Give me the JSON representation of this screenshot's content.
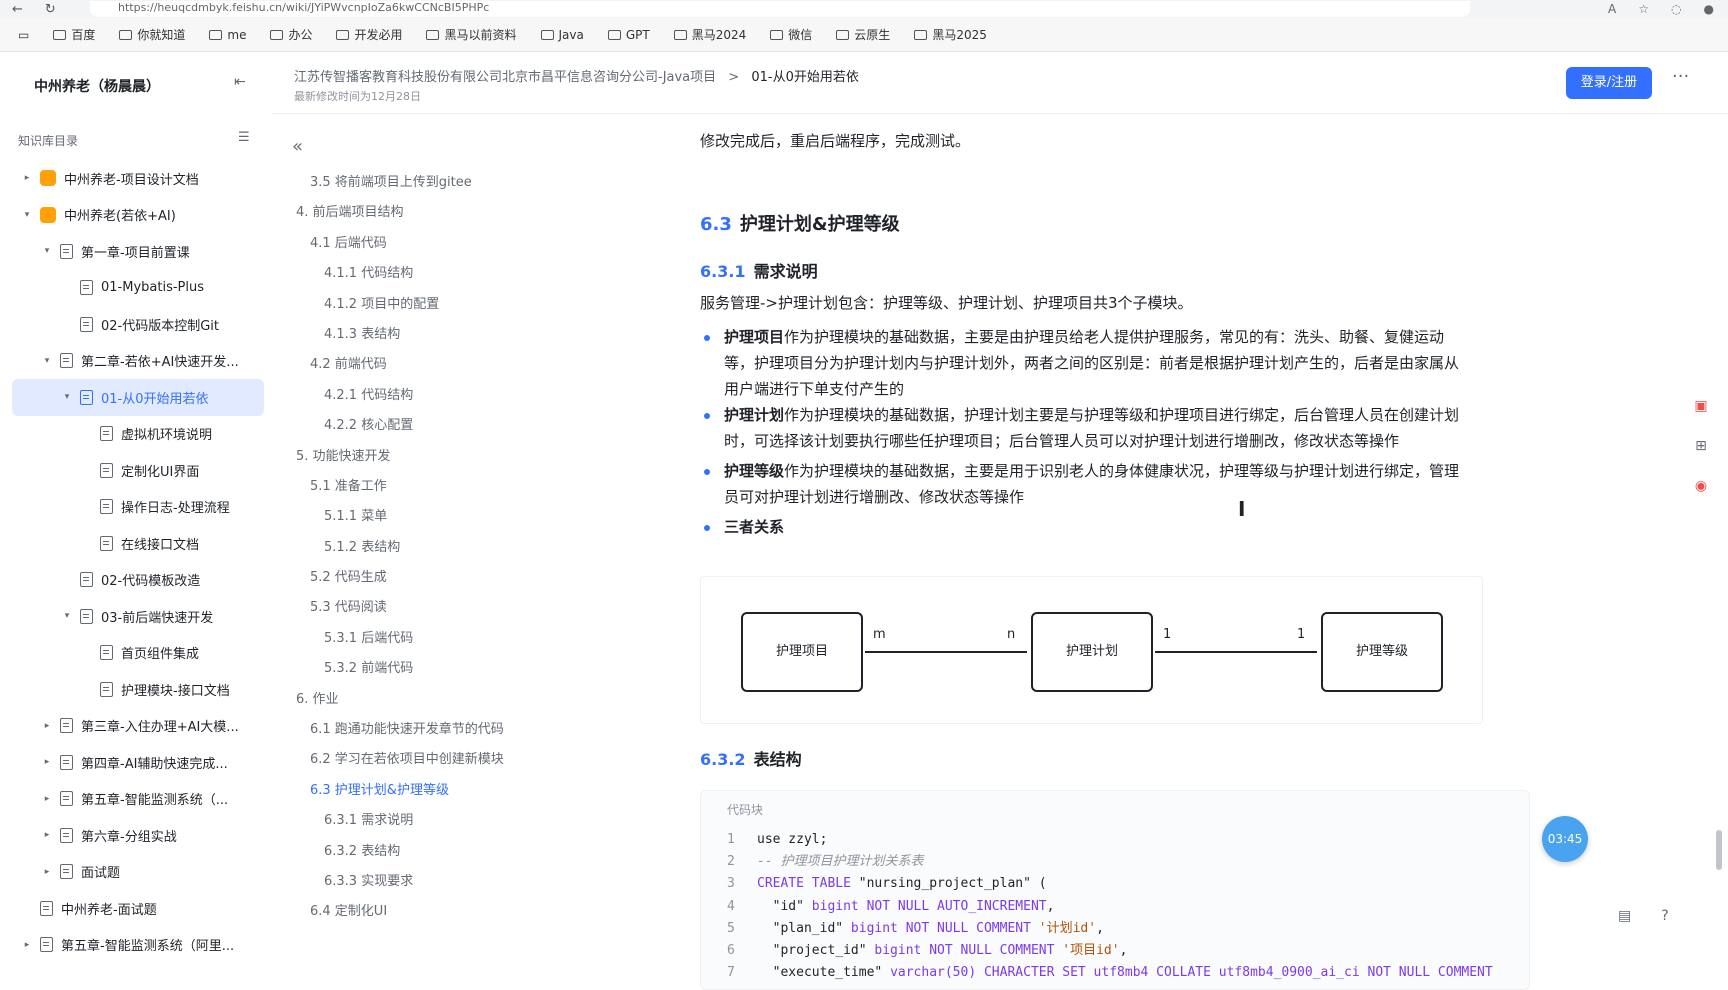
{
  "browser": {
    "url": "https://heuqcdmbyk.feishu.cn/wiki/JYiPWvcnpIoZa6kwCCNcBI5PHPc",
    "bookmarks": [
      "百度",
      "你就知道",
      "me",
      "办公",
      "开发必用",
      "黑马以前资料",
      "Java",
      "GPT",
      "黑马2024",
      "微信",
      "云原生",
      "黑马2025"
    ]
  },
  "sidebar": {
    "title": "中州养老（杨晨晨）",
    "kb_label": "知识库目录",
    "items": [
      {
        "label": "中州养老-项目设计文档",
        "chev": "▸",
        "indent": 0,
        "icon": "wiki"
      },
      {
        "label": "中州养老(若依+AI)",
        "chev": "▾",
        "indent": 0,
        "icon": "wiki"
      },
      {
        "label": "第一章-项目前置课",
        "chev": "▾",
        "indent": 1,
        "icon": "doc"
      },
      {
        "label": "01-Mybatis-Plus",
        "chev": "",
        "indent": 2,
        "icon": "doc"
      },
      {
        "label": "02-代码版本控制Git",
        "chev": "",
        "indent": 2,
        "icon": "doc"
      },
      {
        "label": "第二章-若依+AI快速开发...",
        "chev": "▾",
        "indent": 1,
        "icon": "doc"
      },
      {
        "label": "01-从0开始用若依",
        "chev": "▾",
        "indent": 2,
        "icon": "doc",
        "active": true
      },
      {
        "label": "虚拟机环境说明",
        "chev": "",
        "indent": 3,
        "icon": "doc"
      },
      {
        "label": "定制化UI界面",
        "chev": "",
        "indent": 3,
        "icon": "doc"
      },
      {
        "label": "操作日志-处理流程",
        "chev": "",
        "indent": 3,
        "icon": "doc"
      },
      {
        "label": "在线接口文档",
        "chev": "",
        "indent": 3,
        "icon": "doc"
      },
      {
        "label": "02-代码模板改造",
        "chev": "",
        "indent": 2,
        "icon": "doc"
      },
      {
        "label": "03-前后端快速开发",
        "chev": "▾",
        "indent": 2,
        "icon": "doc"
      },
      {
        "label": "首页组件集成",
        "chev": "",
        "indent": 3,
        "icon": "doc"
      },
      {
        "label": "护理模块-接口文档",
        "chev": "",
        "indent": 3,
        "icon": "doc"
      },
      {
        "label": "第三章-入住办理+AI大模...",
        "chev": "▸",
        "indent": 1,
        "icon": "doc"
      },
      {
        "label": "第四章-AI辅助快速完成...",
        "chev": "▸",
        "indent": 1,
        "icon": "doc"
      },
      {
        "label": "第五章-智能监测系统（...",
        "chev": "▸",
        "indent": 1,
        "icon": "doc"
      },
      {
        "label": "第六章-分组实战",
        "chev": "▸",
        "indent": 1,
        "icon": "doc"
      },
      {
        "label": "面试题",
        "chev": "▸",
        "indent": 1,
        "icon": "doc"
      },
      {
        "label": "中州养老-面试题",
        "chev": "",
        "indent": 0,
        "icon": "doc"
      },
      {
        "label": "第五章-智能监测系统（阿里...",
        "chev": "▸",
        "indent": 0,
        "icon": "doc"
      }
    ]
  },
  "header": {
    "breadcrumb_path": "江苏传智播客教育科技股份有限公司北京市昌平信息咨询分公司-Java项目",
    "breadcrumb_sep": ">",
    "breadcrumb_current": "01-从0开始用若依",
    "last_modified": "最新修改时间为12月28日",
    "login_label": "登录/注册",
    "more_label": "···"
  },
  "toc": {
    "items": [
      {
        "label": "3.5 将前端项目上传到gitee",
        "level": 2
      },
      {
        "label": "4. 前后端项目结构",
        "level": 1
      },
      {
        "label": "4.1 后端代码",
        "level": 2
      },
      {
        "label": "4.1.1 代码结构",
        "level": 3
      },
      {
        "label": "4.1.2 项目中的配置",
        "level": 3
      },
      {
        "label": "4.1.3 表结构",
        "level": 3
      },
      {
        "label": "4.2 前端代码",
        "level": 2
      },
      {
        "label": "4.2.1 代码结构",
        "level": 3
      },
      {
        "label": "4.2.2 核心配置",
        "level": 3
      },
      {
        "label": "5. 功能快速开发",
        "level": 1
      },
      {
        "label": "5.1 准备工作",
        "level": 2
      },
      {
        "label": "5.1.1 菜单",
        "level": 3
      },
      {
        "label": "5.1.2 表结构",
        "level": 3
      },
      {
        "label": "5.2 代码生成",
        "level": 2
      },
      {
        "label": "5.3 代码阅读",
        "level": 2
      },
      {
        "label": "5.3.1 后端代码",
        "level": 3
      },
      {
        "label": "5.3.2 前端代码",
        "level": 3
      },
      {
        "label": "6. 作业",
        "level": 1
      },
      {
        "label": "6.1 跑通功能快速开发章节的代码",
        "level": 2
      },
      {
        "label": "6.2 学习在若依项目中创建新模块",
        "level": 2
      },
      {
        "label": "6.3 护理计划&护理等级",
        "level": 2,
        "active": true
      },
      {
        "label": "6.3.1 需求说明",
        "level": 3
      },
      {
        "label": "6.3.2 表结构",
        "level": 3
      },
      {
        "label": "6.3.3 实现要求",
        "level": 3
      },
      {
        "label": "6.4 定制化UI",
        "level": 2
      }
    ]
  },
  "content": {
    "intro": "修改完成后，重启后端程序，完成测试。",
    "h2_num": "6.3",
    "h2_text": "护理计划&护理等级",
    "h3a_num": "6.3.1",
    "h3a_text": "需求说明",
    "desc": "服务管理->护理计划包含：护理等级、护理计划、护理项目共3个子模块。",
    "bullets": [
      {
        "bold": "护理项目",
        "text": "作为护理模块的基础数据，主要是由护理员给老人提供护理服务，常见的有：洗头、助餐、复健运动等，护理项目分为护理计划内与护理计划外，两者之间的区别是：前者是根据护理计划产生的，后者是由家属从用户端进行下单支付产生的"
      },
      {
        "bold": "护理计划",
        "text": "作为护理模块的基础数据，护理计划主要是与护理等级和护理项目进行绑定，后台管理人员在创建计划时，可选择该计划要执行哪些任护理项目；后台管理人员可以对护理计划进行增删改，修改状态等操作"
      },
      {
        "bold": "护理等级",
        "text": "作为护理模块的基础数据，主要是用于识别老人的身体健康状况，护理等级与护理计划进行绑定，管理员可对护理计划进行增删改、修改状态等操作"
      },
      {
        "bold": "三者关系",
        "text": ""
      }
    ],
    "diagram": {
      "nodes": [
        "护理项目",
        "护理计划",
        "护理等级"
      ],
      "edge1_left": "m",
      "edge1_right": "n",
      "edge2_left": "1",
      "edge2_right": "1"
    },
    "h3b_num": "6.3.2",
    "h3b_text": "表结构",
    "code_title": "代码块",
    "code_lines": [
      {
        "n": "1",
        "parts": [
          {
            "t": "use zzyl;",
            "c": "tx"
          }
        ]
      },
      {
        "n": "2",
        "parts": [
          {
            "t": "-- 护理项目护理计划关系表",
            "c": "cm"
          }
        ]
      },
      {
        "n": "3",
        "parts": [
          {
            "t": "CREATE TABLE ",
            "c": "kw"
          },
          {
            "t": "\"nursing_project_plan\" (",
            "c": "tx"
          }
        ]
      },
      {
        "n": "4",
        "parts": [
          {
            "t": "  \"id\" ",
            "c": "tx"
          },
          {
            "t": "bigint NOT NULL AUTO_INCREMENT",
            "c": "kw"
          },
          {
            "t": ",",
            "c": "tx"
          }
        ]
      },
      {
        "n": "5",
        "parts": [
          {
            "t": "  \"plan_id\" ",
            "c": "tx"
          },
          {
            "t": "bigint NOT NULL COMMENT ",
            "c": "kw"
          },
          {
            "t": "'计划id'",
            "c": "st"
          },
          {
            "t": ",",
            "c": "tx"
          }
        ]
      },
      {
        "n": "6",
        "parts": [
          {
            "t": "  \"project_id\" ",
            "c": "tx"
          },
          {
            "t": "bigint NOT NULL COMMENT ",
            "c": "kw"
          },
          {
            "t": "'项目id'",
            "c": "st"
          },
          {
            "t": ",",
            "c": "tx"
          }
        ]
      },
      {
        "n": "7",
        "parts": [
          {
            "t": "  \"execute_time\" ",
            "c": "tx"
          },
          {
            "t": "varchar(50) CHARACTER SET utf8mb4 COLLATE utf8mb4_0900_ai_ci NOT NULL COMMENT",
            "c": "kw"
          }
        ]
      }
    ]
  },
  "timer": "03:45",
  "colors": {
    "accent": "#3370ff",
    "active_bg": "#e1eaff",
    "text": "#1f2329",
    "muted": "#646a73"
  }
}
